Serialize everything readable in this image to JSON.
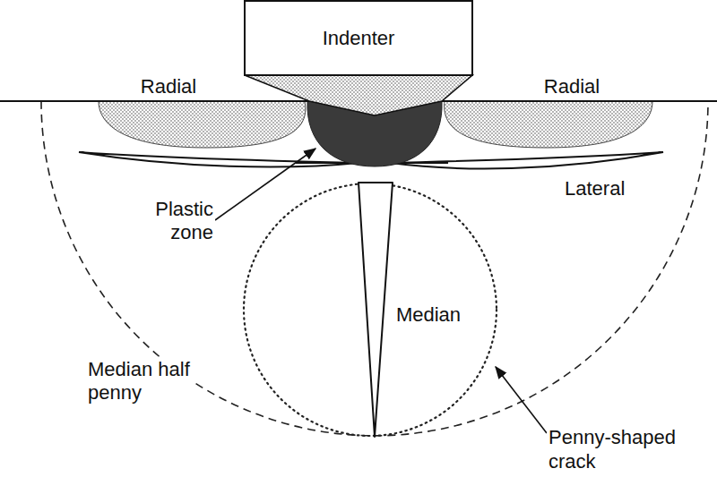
{
  "diagram": {
    "nodes": [
      {
        "text": [
          "Indenter"
        ]
      }
    ],
    "labels": [
      "Radial",
      "Radial",
      "Plastic zone",
      "Lateral",
      "Median",
      "Median half penny",
      "Penny-shaped crack"
    ]
  }
}
